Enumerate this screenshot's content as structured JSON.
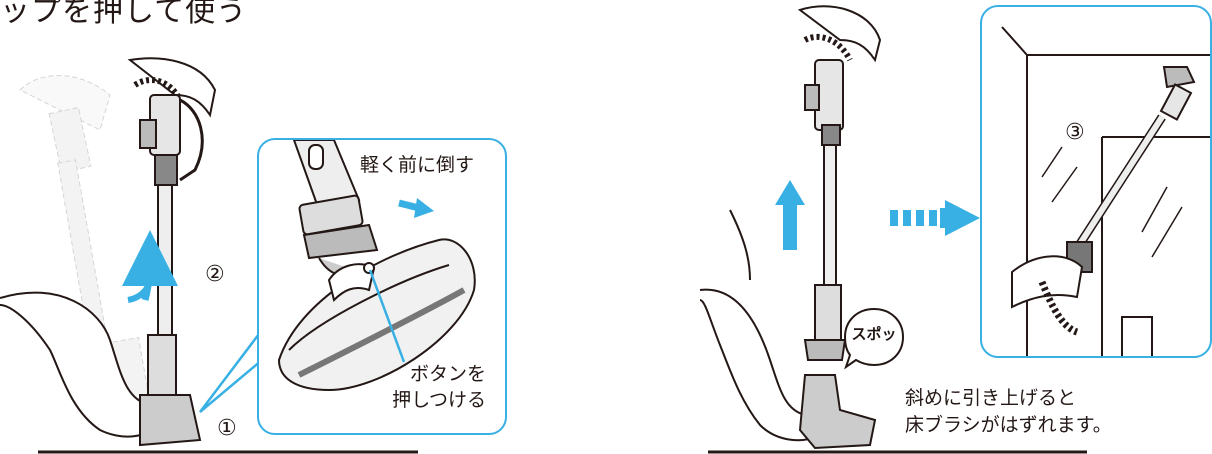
{
  "title": "ップを押して使う",
  "left": {
    "step1": "①",
    "step2": "②",
    "inset_tilt": "軽く前に倒す",
    "inset_button_l1": "ボタンを",
    "inset_button_l2": "押しつける"
  },
  "right": {
    "step3": "③",
    "bubble": "スポッ",
    "note_l1": "斜めに引き上げると",
    "note_l2": "床ブラシがはずれます。"
  },
  "colors": {
    "accent": "#38b0e3",
    "ink": "#231815",
    "ghost": "#c8c8c8"
  }
}
